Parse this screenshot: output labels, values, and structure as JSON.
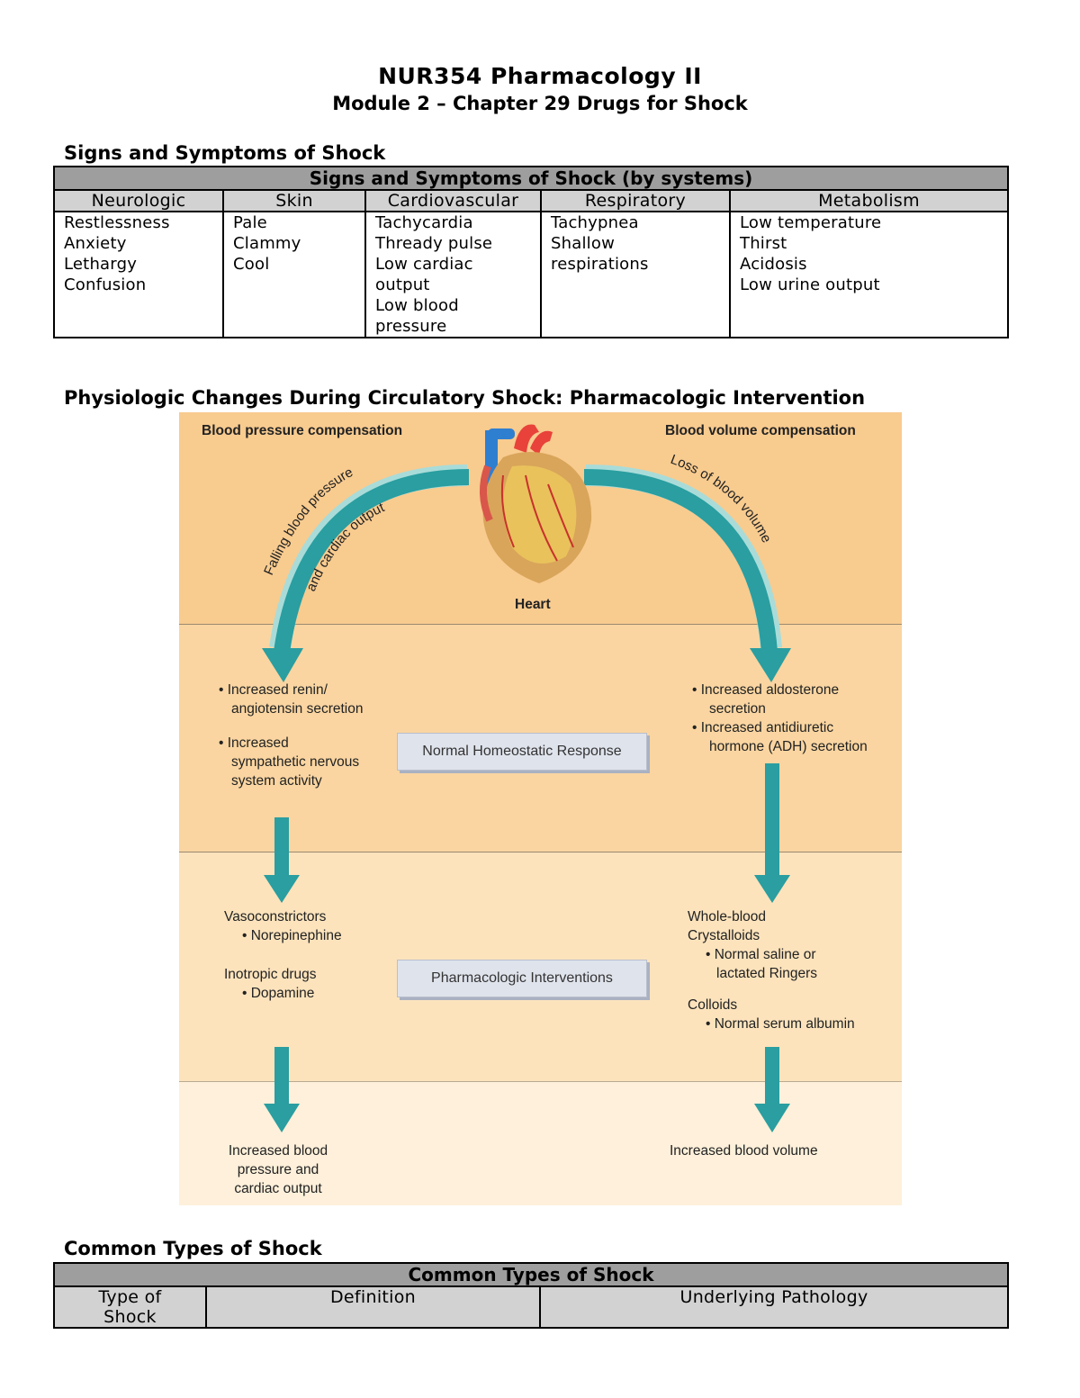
{
  "header": {
    "course_title": "NUR354 Pharmacology II",
    "module_title": "Module 2 – Chapter 29 Drugs for Shock"
  },
  "signs_section": {
    "heading": "Signs and Symptoms of Shock",
    "table": {
      "caption": "Signs and Symptoms of Shock (by systems)",
      "columns": [
        "Neurologic",
        "Skin",
        "Cardiovascular",
        "Respiratory",
        "Metabolism"
      ],
      "cells": [
        [
          "Restlessness",
          "Anxiety",
          "Lethargy",
          "Confusion"
        ],
        [
          "Pale",
          "Clammy",
          "Cool"
        ],
        [
          "Tachycardia",
          "Thready pulse",
          "Low cardiac",
          "output",
          "Low blood",
          "pressure"
        ],
        [
          "Tachypnea",
          "Shallow",
          "respirations"
        ],
        [
          "Low temperature",
          "Thirst",
          "Acidosis",
          "Low urine output"
        ]
      ]
    }
  },
  "figure_section": {
    "heading": "Physiologic Changes During Circulatory Shock: Pharmacologic Intervention",
    "figure": {
      "left_title": "Blood pressure compensation",
      "right_title": "Blood volume compensation",
      "heart_label": "Heart",
      "left_arrow_text_1": "Falling blood pressure",
      "left_arrow_text_2": "and cardiac output",
      "right_arrow_text": "Loss of blood volume",
      "left_response": [
        "• Increased renin/",
        "angiotensin secretion",
        "• Increased",
        "sympathetic nervous",
        "system activity"
      ],
      "right_response": [
        "•  Increased aldosterone",
        "secretion",
        "•  Increased antidiuretic",
        "hormone (ADH) secretion"
      ],
      "center_response_label": "Normal Homeostatic Response",
      "left_interventions": [
        "Vasoconstrictors",
        "• Norepinephine",
        "Inotropic drugs",
        "• Dopamine"
      ],
      "right_interventions": [
        "Whole-blood",
        "Crystalloids",
        "• Normal saline or",
        "lactated Ringers",
        "Colloids",
        "• Normal serum albumin"
      ],
      "center_intervention_label": "Pharmacologic Interventions",
      "left_outcome": [
        "Increased blood",
        "pressure and",
        "cardiac output"
      ],
      "right_outcome": "Increased blood volume",
      "colors": {
        "band_top": "#f8cb8f",
        "band_2": "#fad5a1",
        "band_3": "#fce3bc",
        "band_4": "#fef0da",
        "arrow": "#2a9ea0",
        "arrow_light": "#a9dcd9"
      }
    }
  },
  "types_section": {
    "heading": "Common Types of Shock",
    "table": {
      "caption": "Common Types of Shock",
      "col_1_lines": [
        "Type of",
        "Shock"
      ],
      "col_2": "Definition",
      "col_3": "Underlying Pathology"
    }
  }
}
